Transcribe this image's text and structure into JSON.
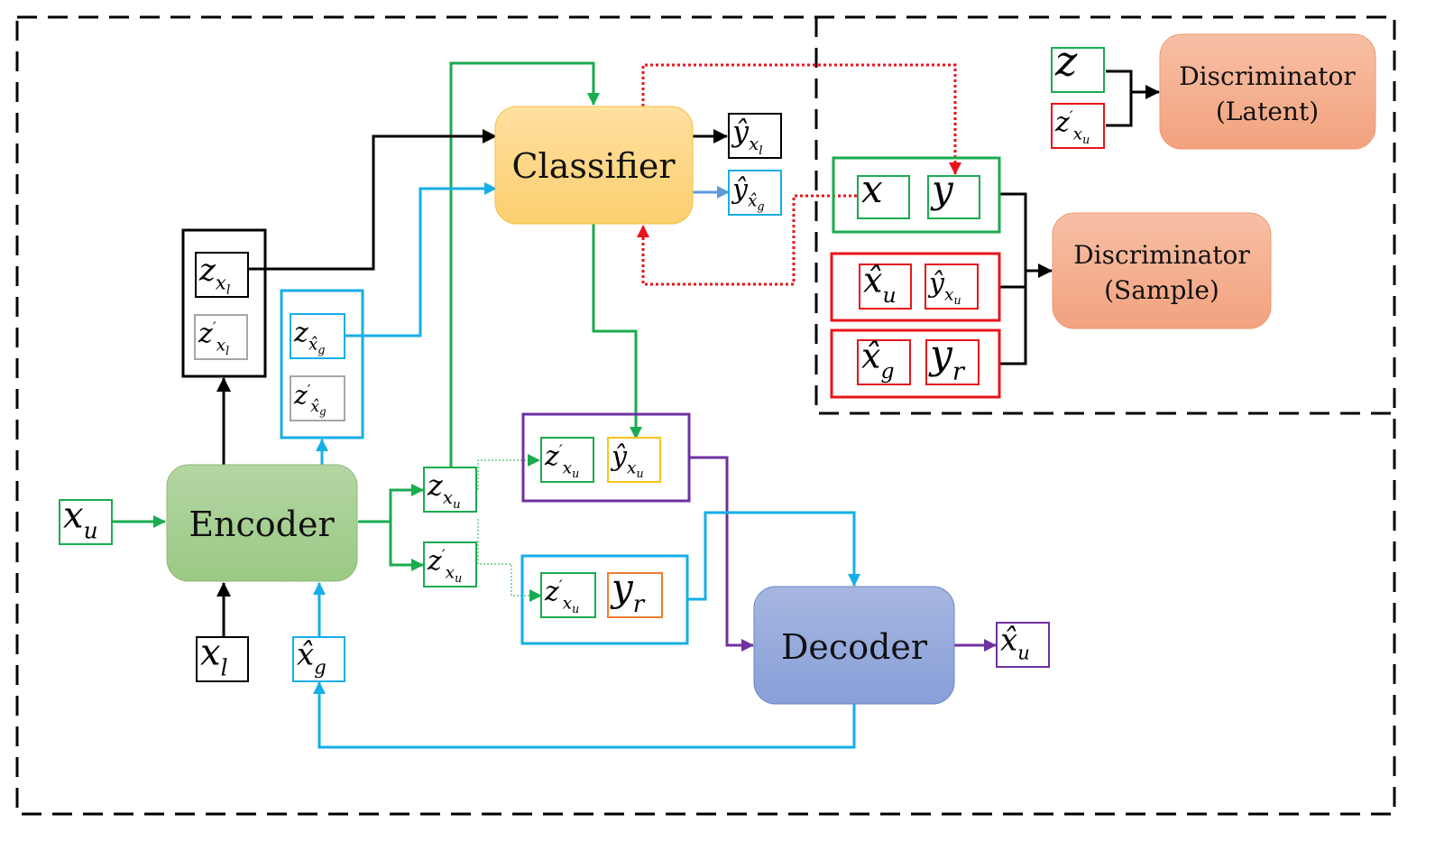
{
  "colors": {
    "green": "#1aab4f",
    "blue": "#16aee8",
    "black": "#000000",
    "red": "#e8141b",
    "purple": "#7030a0",
    "gray": "#a6a6a6",
    "yellow": "#f5c518",
    "orange": "#ed7d31",
    "encoder_fill_top": "#b3d6a3",
    "encoder_fill_bottom": "#9cc985",
    "classifier_fill_top": "#ffe0a0",
    "classifier_fill_bottom": "#fccf70",
    "decoder_fill_top": "#a6b6e0",
    "decoder_fill_bottom": "#889fd8",
    "disc_fill_top": "#f7bfa5",
    "disc_fill_bottom": "#f2a27e"
  },
  "blocks": {
    "encoder": "Encoder",
    "classifier": "Classifier",
    "decoder": "Decoder",
    "disc_latent": [
      "Discriminator",
      "(Latent)"
    ],
    "disc_sample": [
      "Discriminator",
      "(Sample)"
    ]
  },
  "symbols": {
    "x_u": {
      "base": "x",
      "sub": "u",
      "hat": false,
      "prime": false
    },
    "x_l": {
      "base": "x",
      "sub": "l",
      "hat": false,
      "prime": false
    },
    "xhat_g_in": {
      "base": "x",
      "sub": "g",
      "hat": true,
      "prime": false
    },
    "z_xl": {
      "base": "z",
      "sub": "x",
      "subsub": "l",
      "hat": false,
      "prime": false
    },
    "zp_xl": {
      "base": "z",
      "sub": "x",
      "subsub": "l",
      "hat": false,
      "prime": true
    },
    "z_xg": {
      "base": "z",
      "sub": "x̂",
      "subsub": "g",
      "hat": false,
      "prime": false
    },
    "zp_xg": {
      "base": "z",
      "sub": "x̂",
      "subsub": "g",
      "hat": false,
      "prime": true
    },
    "z_xu": {
      "base": "z",
      "sub": "x",
      "subsub": "u",
      "hat": false,
      "prime": false
    },
    "zp_xu": {
      "base": "z",
      "sub": "x",
      "subsub": "u",
      "hat": false,
      "prime": true
    },
    "yhat_xl": {
      "base": "ŷ",
      "sub": "x",
      "subsub": "l"
    },
    "yhat_xg": {
      "base": "ŷ",
      "sub": "x̂",
      "subsub": "g"
    },
    "yhat_xu": {
      "base": "ŷ",
      "sub": "x",
      "subsub": "u"
    },
    "y_r": {
      "base": "y",
      "sub": "r"
    },
    "xhat_u_out": {
      "base": "x̂",
      "sub": "u"
    },
    "z": {
      "base": "z"
    },
    "x": {
      "base": "x"
    },
    "y": {
      "base": "y"
    },
    "xhat_u": {
      "base": "x̂",
      "sub": "u"
    },
    "xhat_g": {
      "base": "x̂",
      "sub": "g"
    }
  }
}
